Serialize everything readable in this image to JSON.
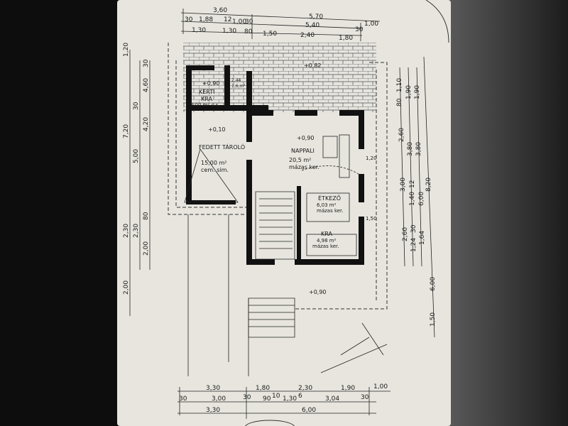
{
  "dimensions": {
    "top_row1": [
      "3,60",
      "5,70",
      "1,00"
    ],
    "top_row2": [
      "30",
      "1,88",
      "12",
      "1,00",
      "30",
      "5,40",
      "30"
    ],
    "top_row3": [
      "1,30",
      "1,30",
      "80",
      "1,50",
      "2,40",
      "1,80"
    ],
    "bottom_row1": [
      "3,30",
      "1,80",
      "2,30",
      "1,90",
      "1,00"
    ],
    "bottom_row2": [
      "30",
      "3,00",
      "30",
      "90",
      "10",
      "1,30",
      "6",
      "3,04",
      "30"
    ],
    "bottom_row3": [
      "3,30",
      "6,00"
    ],
    "left": [
      "1,20",
      "30",
      "4,60",
      "30",
      "4,20",
      "7,20",
      "5,00",
      "2,30",
      "2,30",
      "80",
      "2,00",
      "2,00"
    ],
    "right": [
      "1,10",
      "1,90",
      "1,90",
      "80",
      "2,60",
      "3,80",
      "3,80",
      "3,00",
      "12",
      "1,40",
      "6,00",
      "8,20",
      "2,60",
      "1,24",
      "1,64",
      "30",
      "6,00",
      "1,50"
    ]
  },
  "rooms": {
    "garden_storage": {
      "level": "+0,90",
      "name": "KERTI",
      "name2": "KRA",
      "area": "3,00 m² c.s."
    },
    "covered_storage": {
      "level": "+0,10",
      "name": "FEDETT TÁROLÓ",
      "area": "15,00 m²",
      "floor": "cem. sim."
    },
    "living_room": {
      "level": "+0,90",
      "name": "NAPPALI",
      "area": "20,5 m²",
      "floor": "mázas ker."
    },
    "dining": {
      "name": "ÉTKEZŐ",
      "area": "6,03 m²",
      "floor": "mázas ker."
    },
    "kitchen": {
      "name": "KRA",
      "area": "4,98 m²",
      "floor": "mázas ker."
    },
    "small_room": {
      "area": "2,44",
      "area2": "1,6 m²"
    }
  },
  "levels": {
    "terrace": "+0,82",
    "entrance": "+0,90"
  },
  "window_marks": [
    "1,20",
    "1,50"
  ]
}
